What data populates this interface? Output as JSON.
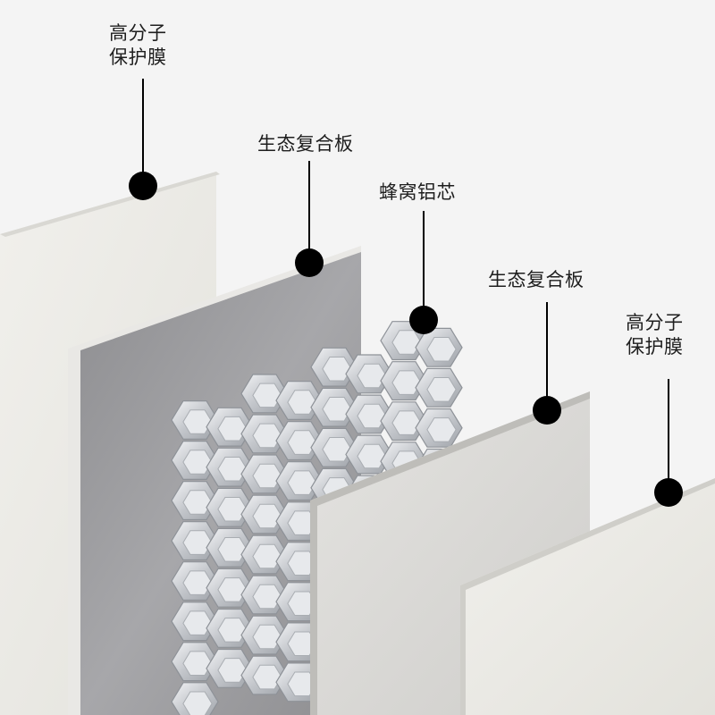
{
  "layers": [
    {
      "id": "film-left",
      "lines": [
        "高分子",
        "保护膜"
      ],
      "color": "#ecebe6"
    },
    {
      "id": "board-left",
      "lines": [
        "生态复合板"
      ],
      "color": "#9a9a9c"
    },
    {
      "id": "core",
      "lines": [
        "蜂窝铝芯"
      ],
      "color": "#cfd2d6"
    },
    {
      "id": "board-right",
      "lines": [
        "生态复合板"
      ],
      "color": "#d9d8d5"
    },
    {
      "id": "film-right",
      "lines": [
        "高分子",
        "保护膜"
      ],
      "color": "#ecebe6"
    }
  ],
  "colors": {
    "background": "#f4f4f4",
    "marker": "#000000",
    "leader_line": "#000000"
  }
}
